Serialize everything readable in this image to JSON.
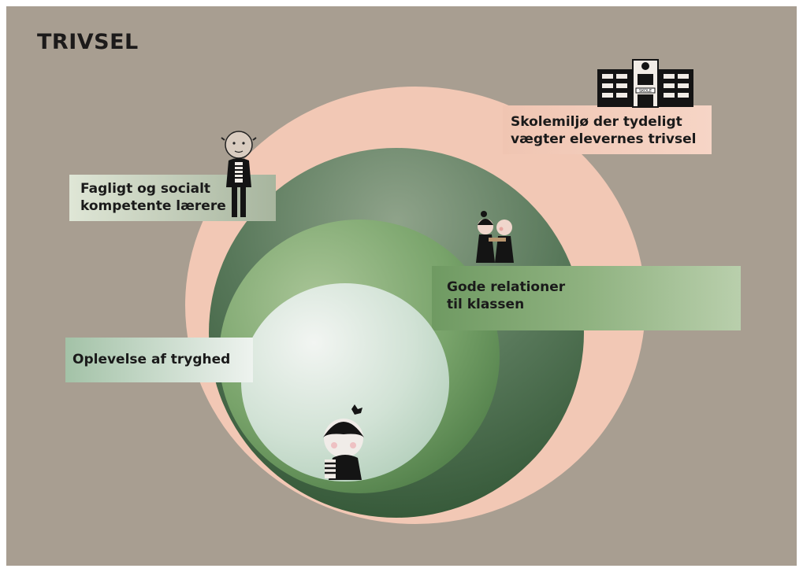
{
  "title": "TRIVSEL",
  "layers": [
    {
      "id": "school",
      "label_lines": [
        "Skolemiljø der tydeligt",
        "vægter elevernes trivsel"
      ],
      "color": "#f2c8b5"
    },
    {
      "id": "teachers",
      "label_lines": [
        "Fagligt og socialt",
        "kompetente lærere"
      ],
      "color": "#4f7a55"
    },
    {
      "id": "class",
      "label_lines": [
        "Gode relationer",
        "til klassen"
      ],
      "color": "#6f9a62"
    },
    {
      "id": "safety",
      "label_lines": [
        "Oplevelse af tryghed"
      ],
      "color": "#cfe0d3"
    }
  ],
  "illustrations": {
    "school_building_sign": "SKOLE"
  },
  "colors": {
    "background": "#a89e91",
    "ink": "#1a1a1a"
  }
}
